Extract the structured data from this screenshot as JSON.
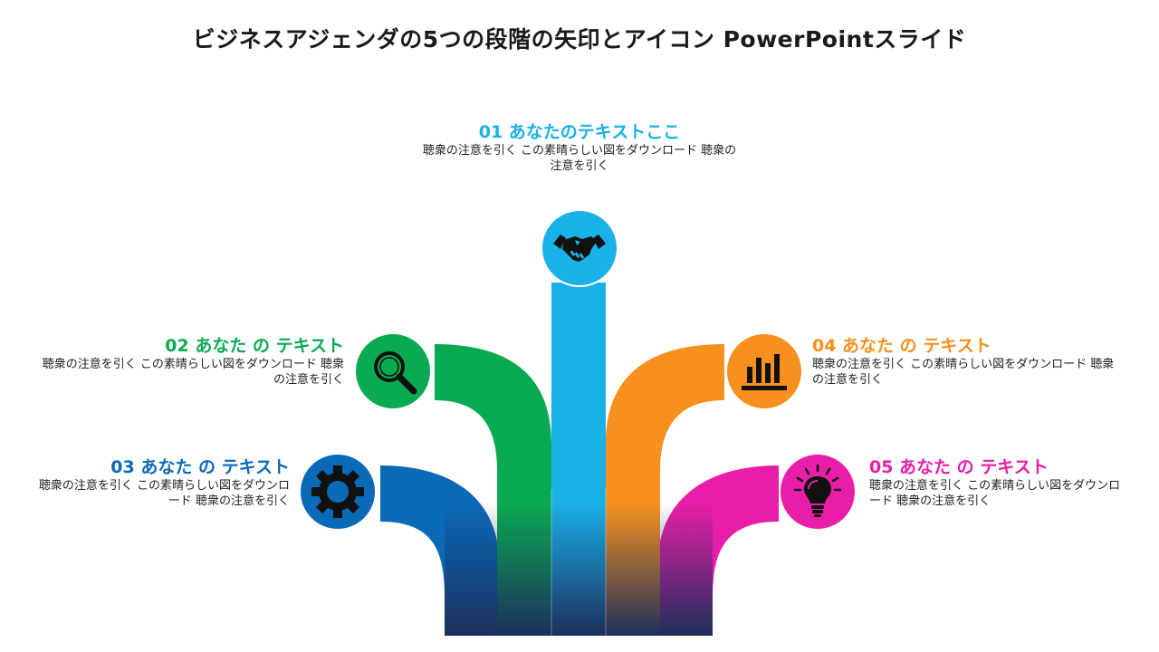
{
  "title": "ビジネスアジェンダの5つの段階の矢印とアイコン PowerPointスライド",
  "colors": {
    "blue_light": "#1ab0e8",
    "green": "#0aaa52",
    "blue_dark": "#0a6ab8",
    "orange": "#f7901e",
    "magenta": "#e91ea8",
    "navy_base": "#1d2f5c"
  },
  "steps": [
    {
      "heading": "01 あなたのテキストここ",
      "desc": "聴衆の注意を引く この素晴らしい図をダウンロード 聴衆の注意を引く",
      "icon": "handshake-icon"
    },
    {
      "heading": "02 あなた の テキスト",
      "desc": "聴衆の注意を引く この素晴らしい図をダウンロード 聴衆の注意を引く",
      "icon": "magnifier-icon"
    },
    {
      "heading": "03 あなた の テキスト",
      "desc": "聴衆の注意を引く この素晴らしい図をダウンロード 聴衆の注意を引く",
      "icon": "gear-icon"
    },
    {
      "heading": "04 あなた の テキスト",
      "desc": "聴衆の注意を引く この素晴らしい図をダウンロード 聴衆の注意を引く",
      "icon": "bar-chart-icon"
    },
    {
      "heading": "05 あなた の テキスト",
      "desc": "聴衆の注意を引く この素晴らしい図をダウンロード 聴衆の注意を引く",
      "icon": "lightbulb-icon"
    }
  ]
}
